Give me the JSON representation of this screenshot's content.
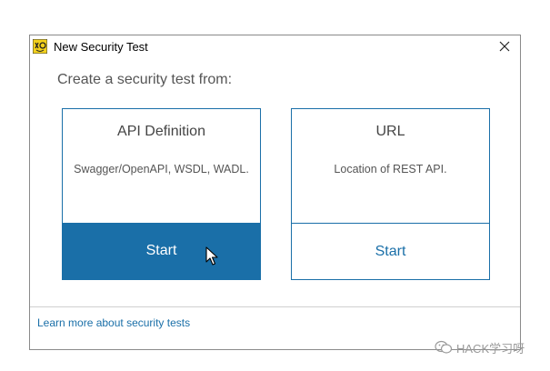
{
  "window": {
    "title": "New Security Test",
    "app_icon": "soapui-logo-icon",
    "close_icon": "close-icon"
  },
  "heading": "Create a security test from:",
  "cards": [
    {
      "title": "API Definition",
      "description": "Swagger/OpenAPI, WSDL, WADL.",
      "button_label": "Start"
    },
    {
      "title": "URL",
      "description": "Location of REST API.",
      "button_label": "Start"
    }
  ],
  "footer": {
    "link_text": "Learn more about security tests"
  },
  "watermark": {
    "text": "HACK学习呀",
    "icon": "wechat-icon"
  },
  "colors": {
    "accent": "#1a6fa8",
    "heading_text": "#555555"
  }
}
